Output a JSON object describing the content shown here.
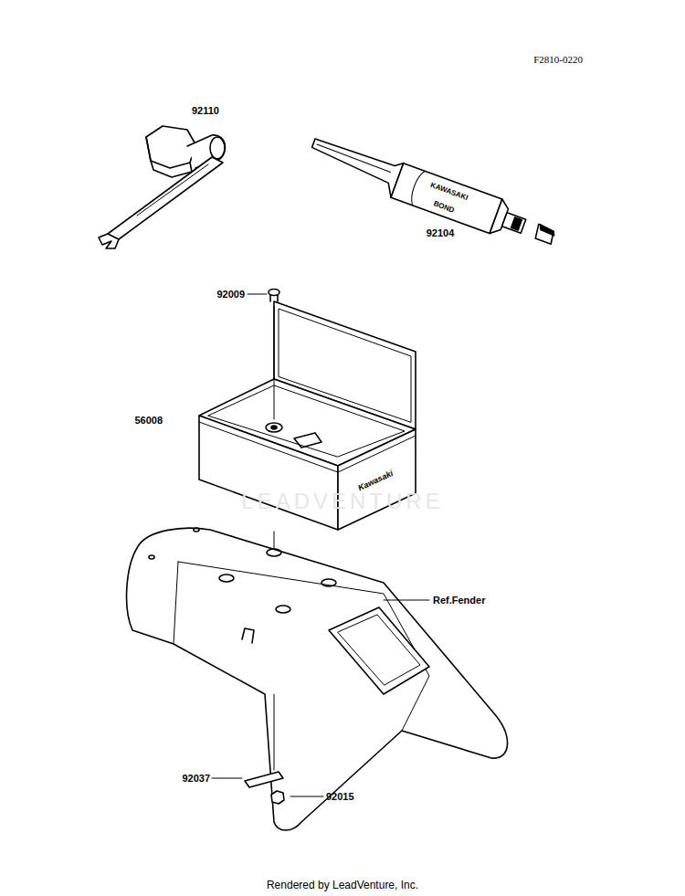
{
  "diagram": {
    "labels": [
      "F2810-0220",
      "92110",
      "92104",
      "KAWASAKI",
      "BOND",
      "92009",
      "56008",
      "Kawasaki",
      "LEADVENTURE",
      "Ref.Fender",
      "92037",
      "92015",
      "Rendered by LeadVenture, Inc."
    ]
  }
}
